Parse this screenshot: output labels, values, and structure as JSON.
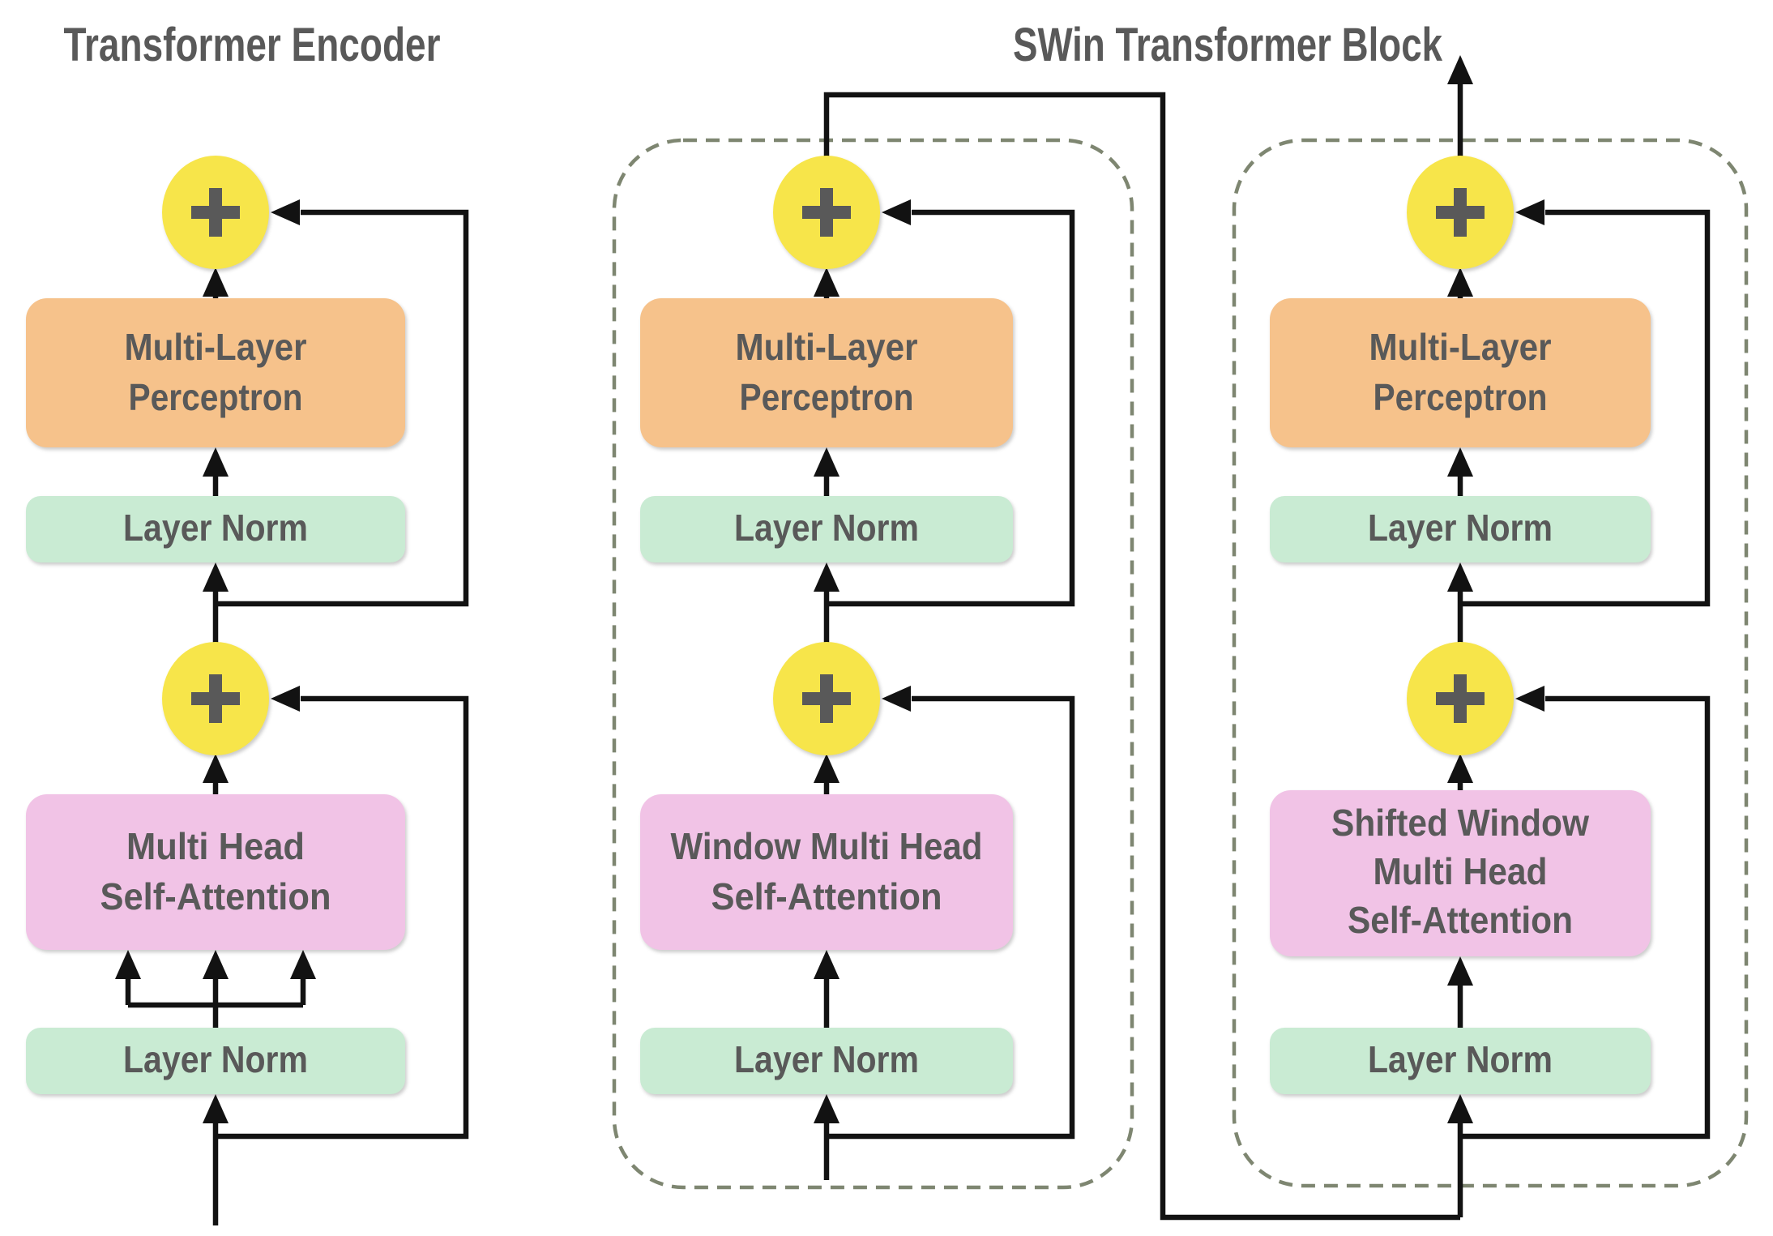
{
  "diagram": {
    "left": {
      "title": "Transformer Encoder",
      "blocks": {
        "mlp_line1": "Multi-Layer",
        "mlp_line2": "Perceptron",
        "ln_top": "Layer Norm",
        "msa_line1": "Multi Head",
        "msa_line2": "Self-Attention",
        "ln_bottom": "Layer Norm"
      }
    },
    "swin": {
      "title": "SWin Transformer Block",
      "block1": {
        "mlp_line1": "Multi-Layer",
        "mlp_line2": "Perceptron",
        "ln_top": "Layer Norm",
        "msa_line1": "Window Multi Head",
        "msa_line2": "Self-Attention",
        "ln_bottom": "Layer Norm"
      },
      "block2": {
        "mlp_line1": "Multi-Layer",
        "mlp_line2": "Perceptron",
        "ln_top": "Layer Norm",
        "msa_line1": "Shifted Window",
        "msa_line2": "Multi Head",
        "msa_line3": "Self-Attention",
        "ln_bottom": "Layer Norm"
      }
    }
  },
  "icons": {
    "add": "plus-icon"
  },
  "colors": {
    "background": "#FFFFFF",
    "title_text": "#595959",
    "label_text": "#595959",
    "mlp_fill": "#F6C28B",
    "layer_norm_fill": "#C9EBD3",
    "attention_fill": "#F1C3E6",
    "add_circle_fill": "#F7E54A",
    "plus_stroke": "#595959",
    "line_stroke": "#121212",
    "dashed_border": "#7E8671"
  }
}
